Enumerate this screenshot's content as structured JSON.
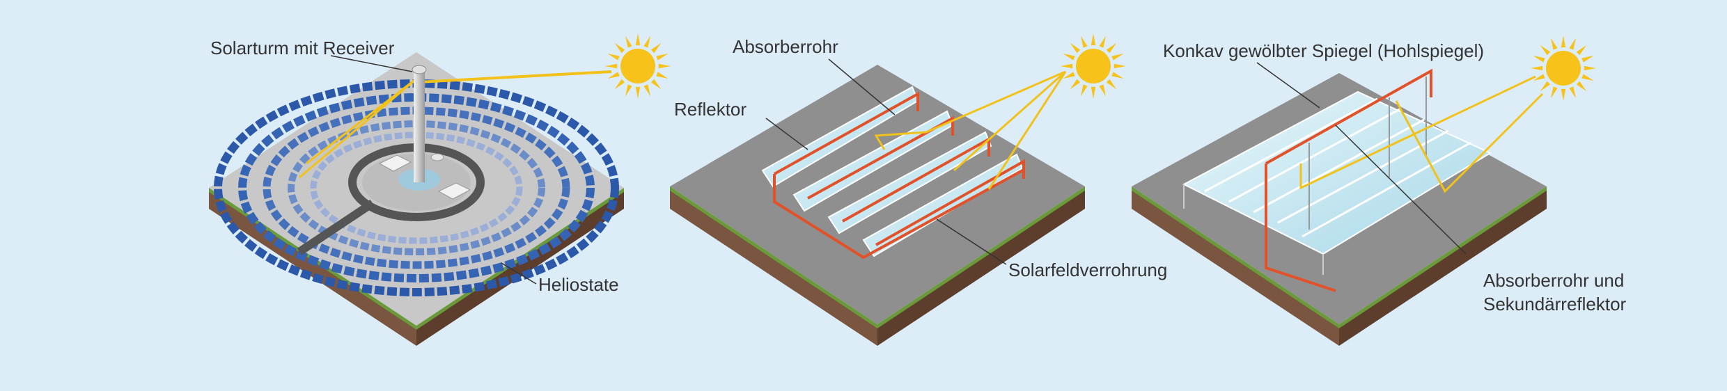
{
  "colors": {
    "background": "#dcedf8",
    "ground_top": "#8c8c8c",
    "ground_top_light": "#c4c4c4",
    "grass": "#6a9a3a",
    "soil_left": "#7a5540",
    "soil_right": "#5d3e2c",
    "sun": "#f7c31a",
    "sun_ray": "#f2c21b",
    "pipe": "#e2522a",
    "mirror": "#bfe3ef",
    "heliostat": "#2e5aa8",
    "leader": "#333333"
  },
  "panels": {
    "tower": {
      "label_receiver": "Solarturm mit Receiver",
      "label_heliostats": "Heliostate"
    },
    "trough": {
      "label_absorber": "Absorberrohr",
      "label_reflector": "Reflektor",
      "label_piping": "Solarfeldverrohrung"
    },
    "fresnel": {
      "label_mirror": "Konkav gewölbter Spiegel (Hohlspiegel)",
      "label_absorber_line1": "Absorberrohr und",
      "label_absorber_line2": "Sekundärreflektor"
    }
  },
  "icons": [
    "sun-icon"
  ]
}
